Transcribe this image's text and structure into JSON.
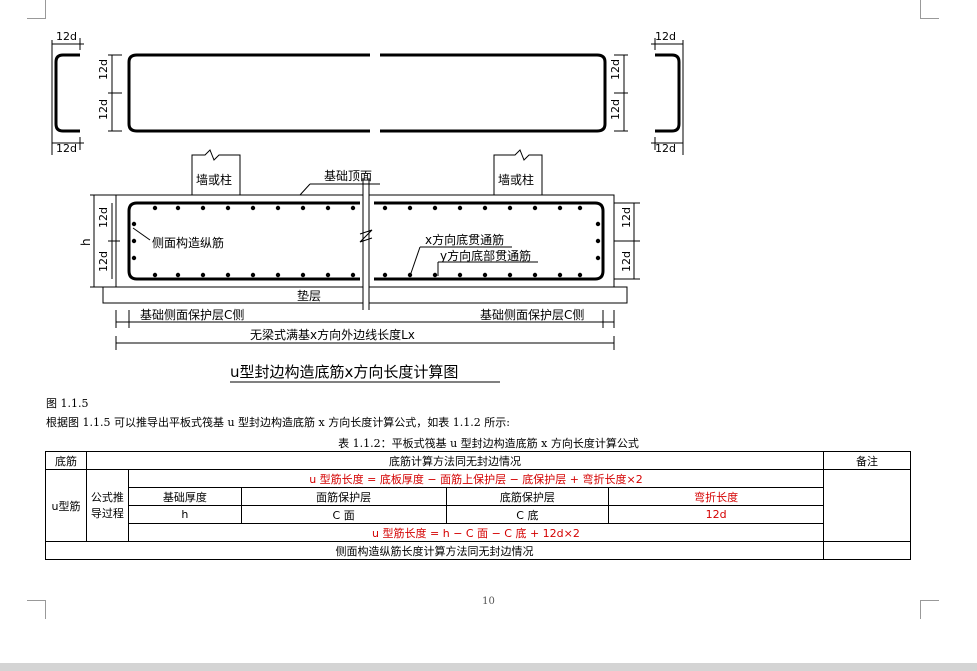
{
  "drawing": {
    "labels": {
      "dim_12d": "12d",
      "wall_or_column": "墙或柱",
      "foundation_top": "基础顶面",
      "side_longitudinal": "侧面构造纵筋",
      "x_bottom_through": "x方向底贯通筋",
      "y_bottom_through": "y方向底部贯通筋",
      "h": "h",
      "cushion": "垫层",
      "side_cover_c": "基础侧面保护层C侧",
      "total_length": "无梁式满基x方向外边线长度Lx"
    },
    "caption": "u型封边构造底筋x方向长度计算图"
  },
  "text": {
    "figure_no": "图 1.1.5",
    "paragraph": "根据图 1.1.5 可以推导出平板式筏基 u 型封边构造底筋 x 方向长度计算公式，如表 1.1.2 所示:",
    "table_caption": "表 1.1.2：平板式筏基 u 型封边构造底筋 x 方向长度计算公式"
  },
  "table": {
    "header": {
      "col1": "底筋",
      "col2": "底筋计算方法同无封边情况",
      "col3": "备注"
    },
    "row_type": "u型筋",
    "row_process": "公式推导过程",
    "formula1": "u 型筋长度 = 底板厚度 − 面筋上保护层 − 底保护层 + 弯折长度×2",
    "params_header": [
      "基础厚度",
      "面筋保护层",
      "底筋保护层",
      "弯折长度"
    ],
    "params_values": [
      "h",
      "C 面",
      "C 底",
      "12d"
    ],
    "formula2": "u 型筋长度 = h − C 面 − C 底 + 12d×2",
    "footer": "侧面构造纵筋长度计算方法同无封边情况"
  },
  "page_number": "10"
}
